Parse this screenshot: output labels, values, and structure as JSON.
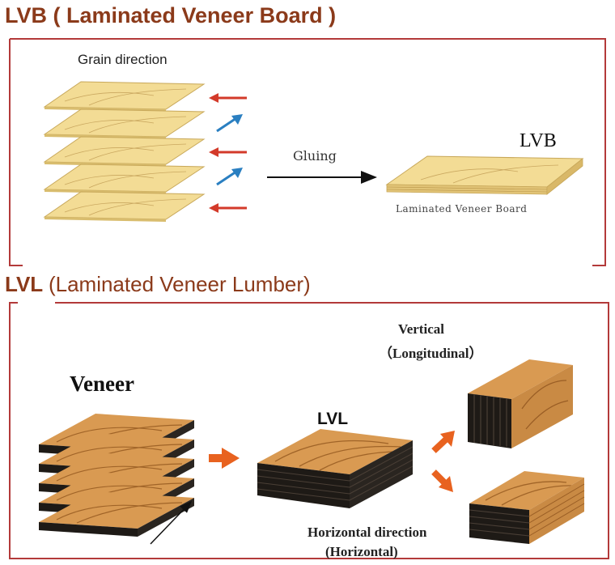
{
  "lvb_section": {
    "heading": "LVB ( Laminated Veneer Board )",
    "grain_label": "Grain direction",
    "process_label": "Gluing",
    "product_label": "LVB",
    "product_caption": "Laminated Veneer Board",
    "arrow_colors": [
      "red",
      "blue",
      "red",
      "blue",
      "red"
    ]
  },
  "lvl_section": {
    "heading_abbr": "LVL",
    "heading_full": "(Laminated Veneer Lumber)",
    "input_label": "Veneer",
    "product_label": "LVL",
    "output_top_label": "Vertical",
    "output_top_sub": "（Longitudinal）",
    "output_bottom_label": "Horizontal direction",
    "output_bottom_sub": "(Horizontal)"
  },
  "colors": {
    "heading": "#8b3a1a",
    "frame": "#b33a3a",
    "arrow_orange": "#e8621f",
    "arrow_red": "#d33a2a",
    "arrow_blue": "#2a7fc1",
    "veneer_light": "#f3dc95",
    "wood": "#d99a52",
    "wood_dark": "#1e1a16"
  }
}
